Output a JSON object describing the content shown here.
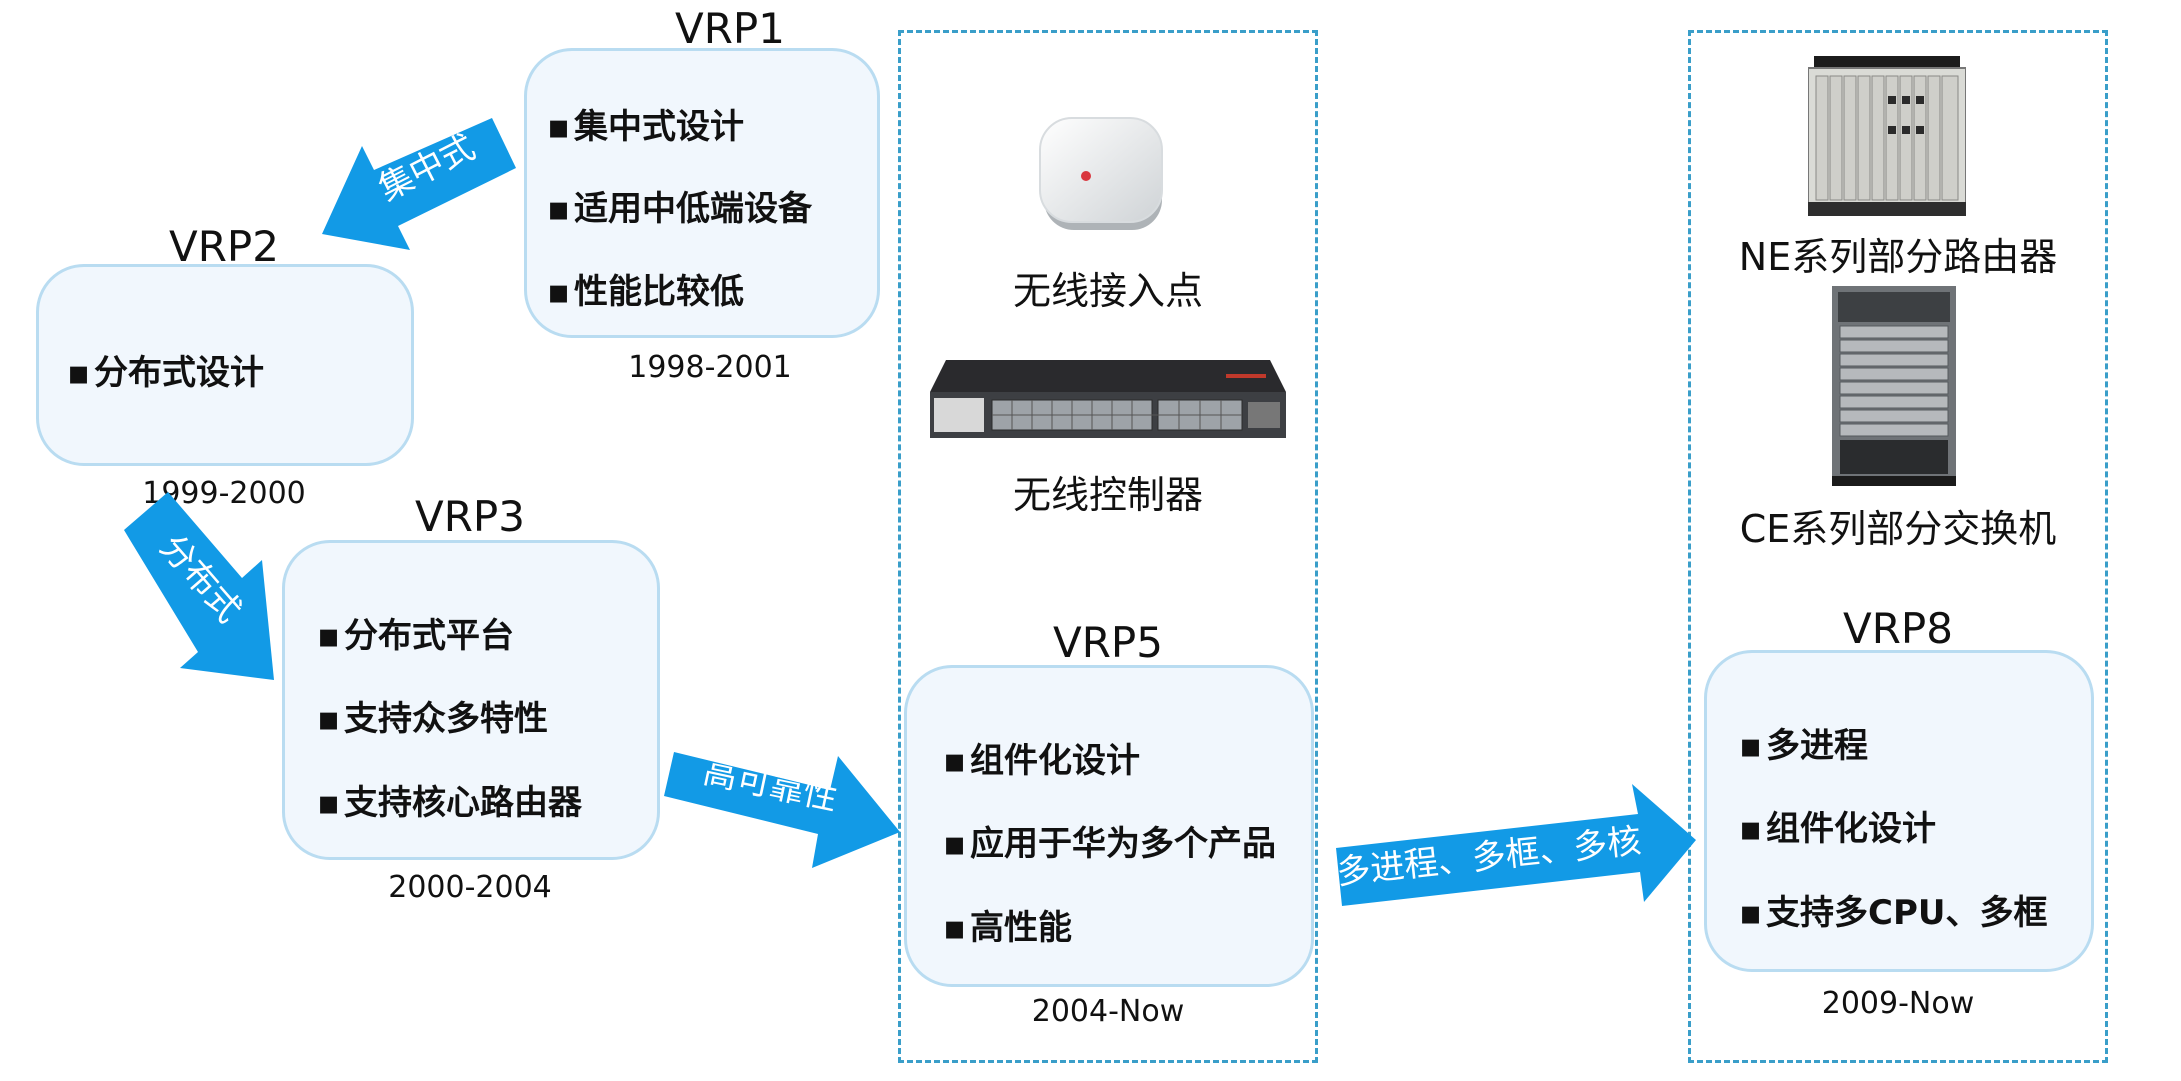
{
  "vrp1": {
    "title": "VRP1",
    "items": [
      "集中式设计",
      "适用中低端设备",
      "性能比较低"
    ],
    "years": "1998-2001"
  },
  "vrp2": {
    "title": "VRP2",
    "items": [
      "分布式设计"
    ],
    "years": "1999-2000"
  },
  "vrp3": {
    "title": "VRP3",
    "items": [
      "分布式平台",
      "支持众多特性",
      "支持核心路由器"
    ],
    "years": "2000-2004"
  },
  "vrp5": {
    "title": "VRP5",
    "items": [
      "组件化设计",
      "应用于华为多个产品",
      "高性能"
    ],
    "years": "2004-Now"
  },
  "vrp8": {
    "title": "VRP8",
    "items": [
      "多进程",
      "组件化设计",
      "支持多CPU、多框"
    ],
    "years": "2009-Now"
  },
  "arrows": {
    "centralized": "集中式",
    "distributed": "分布式",
    "high_reliability": "高可靠性",
    "multi": "多进程、多框、多核"
  },
  "devices": {
    "wireless_ap": "无线接入点",
    "wireless_controller": "无线控制器",
    "ne_router": "NE系列部分路由器",
    "ce_switch": "CE系列部分交换机"
  }
}
